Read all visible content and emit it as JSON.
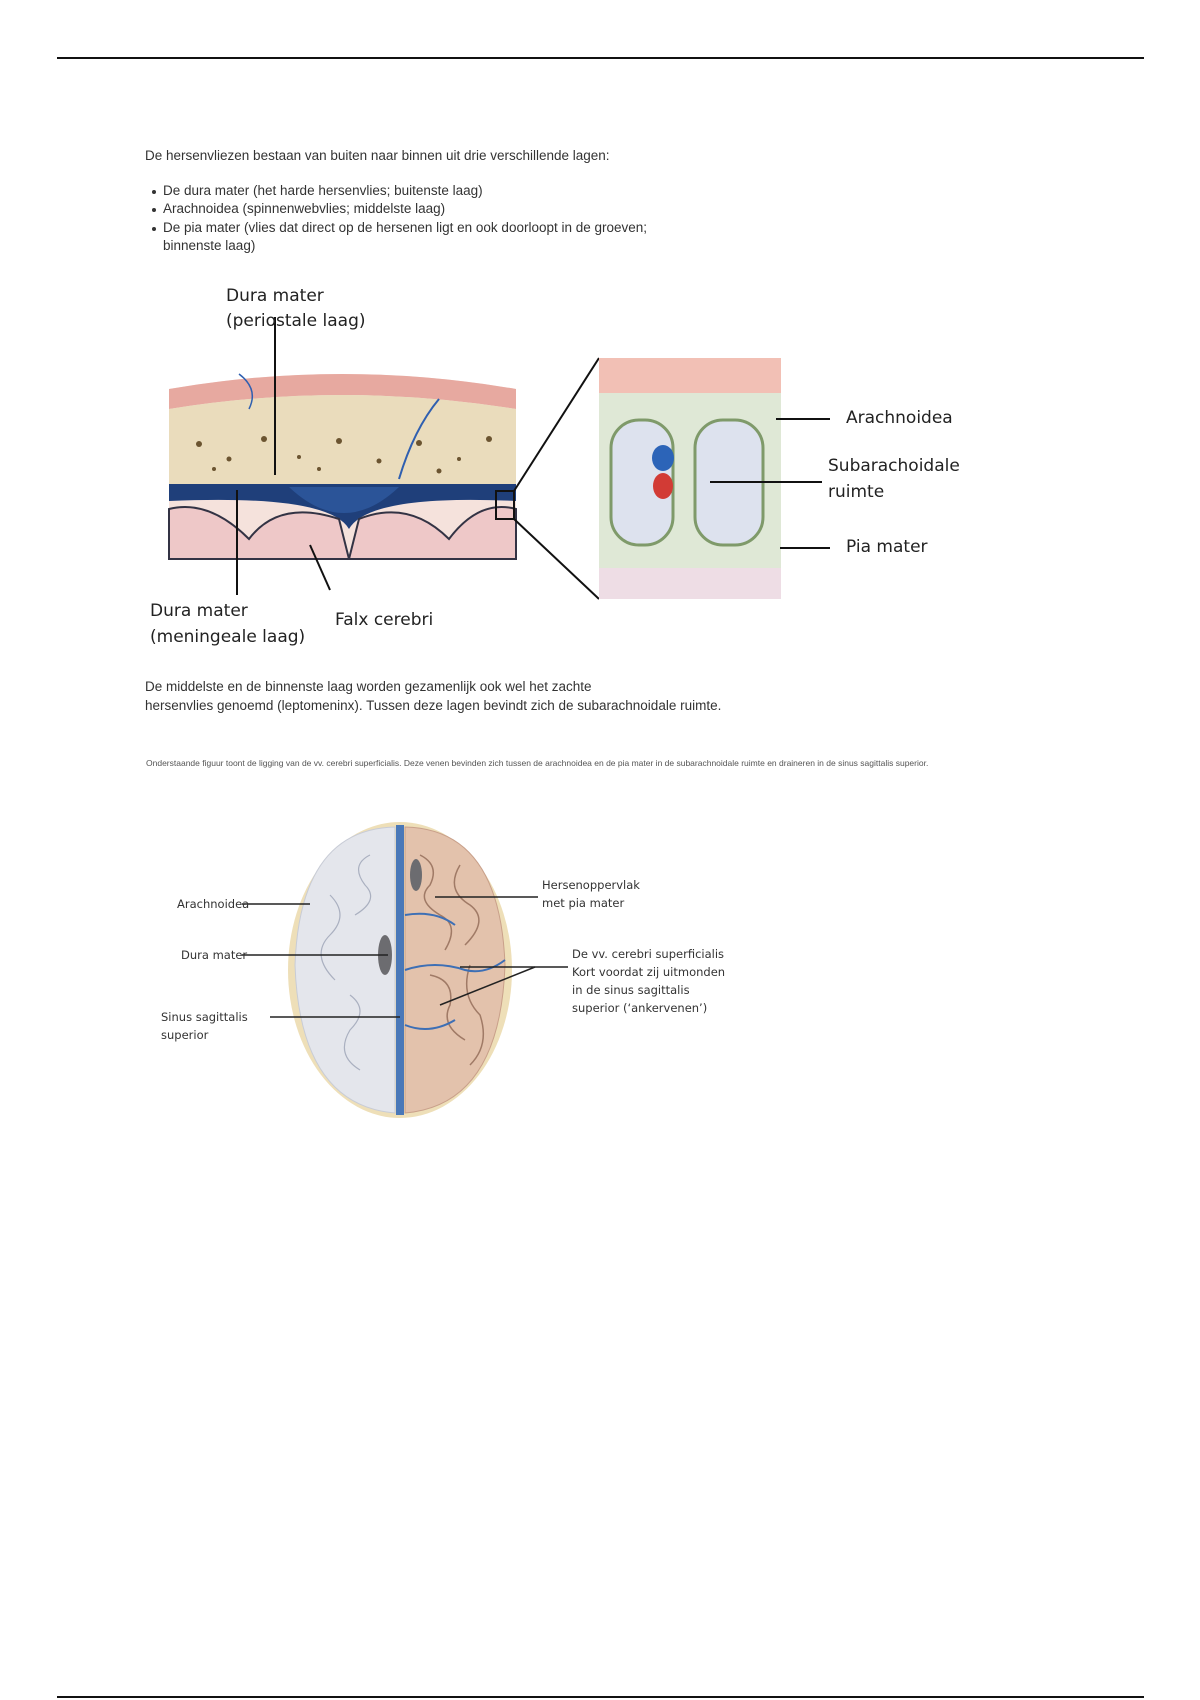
{
  "intro": "De hersenvliezen bestaan van buiten naar binnen uit drie verschillende lagen:",
  "bullets": [
    "De dura mater (het harde hersenvlies; buitenste laag)",
    "Arachnoidea (spinnenwebvlies; middelste laag)",
    "De pia mater (vlies dat direct op de hersenen ligt en ook doorloopt in de groeven;",
    "binnenste laag)"
  ],
  "figure1": {
    "dura_periostale": [
      "Dura mater",
      "(periostale laag)"
    ],
    "dura_meningeale": [
      "Dura mater",
      "(meningeale laag)"
    ],
    "falx": "Falx cerebri",
    "arachnoidea": "Arachnoidea",
    "subarachnoidale": [
      "Subarachoidale",
      "ruimte"
    ],
    "pia": "Pia mater"
  },
  "paragraph": [
    "De middelste en de binnenste laag worden gezamenlijk ook wel het zachte",
    "hersenvlies genoemd (leptomeninx). Tussen deze lagen bevindt zich de subarachnoidale ruimte."
  ],
  "small_text": "Onderstaande figuur toont de ligging van de vv. cerebri superficialis. Deze venen bevinden zich tussen de arachnoidea en de pia mater in de subarachnoidale ruimte en draineren in de sinus sagittalis superior.",
  "figure2": {
    "arachnoidea": "Arachnoidea",
    "dura": "Dura mater",
    "sinus": [
      "Sinus sagittalis",
      "superior"
    ],
    "hersen": [
      "Hersenoppervlak",
      "met pia mater"
    ],
    "vv": [
      "De vv. cerebri superficialis",
      "Kort voordat zij uitmonden",
      "in de sinus sagittalis",
      "superior (‘ankervenen’)"
    ]
  }
}
